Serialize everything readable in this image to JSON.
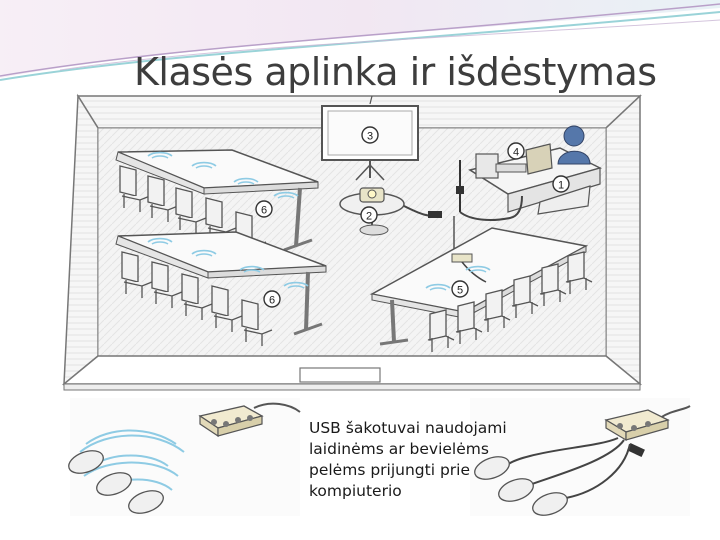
{
  "slide": {
    "title": "Klasės aplinka ir išdėstymas",
    "caption_lines": [
      "USB šakotuvai naudojami",
      "laidinėms ar bevielėms",
      "pelėms prijungti prie",
      "kompiuterio"
    ]
  },
  "diagram": {
    "markers": [
      "1",
      "2",
      "3",
      "4",
      "5",
      "6",
      "6"
    ]
  },
  "colors": {
    "accent": "#8a5fa8",
    "swoosh_teal": "#9ad3d8",
    "wave_blue": "#8ecbe4"
  }
}
